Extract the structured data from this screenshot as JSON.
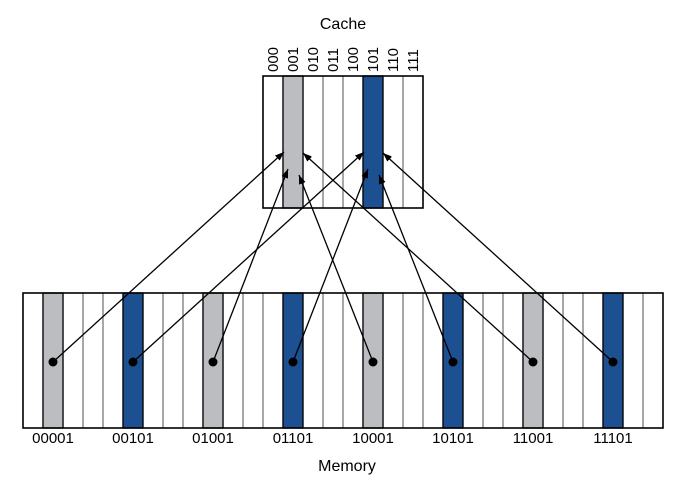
{
  "title_cache": "Cache",
  "title_memory": "Memory",
  "colors": {
    "gray_highlight": "#bbbdc1",
    "blue_highlight": "#1d5091",
    "separator": "#6e6e6e",
    "border": "#000000",
    "arrow": "#000000"
  },
  "cache": {
    "cell_count": 8,
    "labels": [
      "000",
      "001",
      "010",
      "011",
      "100",
      "101",
      "110",
      "111"
    ],
    "highlights": [
      {
        "label": "001",
        "index": 1,
        "color": "gray"
      },
      {
        "label": "101",
        "index": 5,
        "color": "blue"
      }
    ]
  },
  "memory": {
    "cell_count": 32,
    "blocks": [
      {
        "label": "00001",
        "index": 1,
        "color": "gray",
        "maps_to": "001"
      },
      {
        "label": "00101",
        "index": 5,
        "color": "blue",
        "maps_to": "101"
      },
      {
        "label": "01001",
        "index": 9,
        "color": "gray",
        "maps_to": "001"
      },
      {
        "label": "01101",
        "index": 13,
        "color": "blue",
        "maps_to": "101"
      },
      {
        "label": "10001",
        "index": 17,
        "color": "gray",
        "maps_to": "001"
      },
      {
        "label": "10101",
        "index": 21,
        "color": "blue",
        "maps_to": "101"
      },
      {
        "label": "11001",
        "index": 25,
        "color": "gray",
        "maps_to": "001"
      },
      {
        "label": "11101",
        "index": 29,
        "color": "blue",
        "maps_to": "101"
      }
    ]
  }
}
